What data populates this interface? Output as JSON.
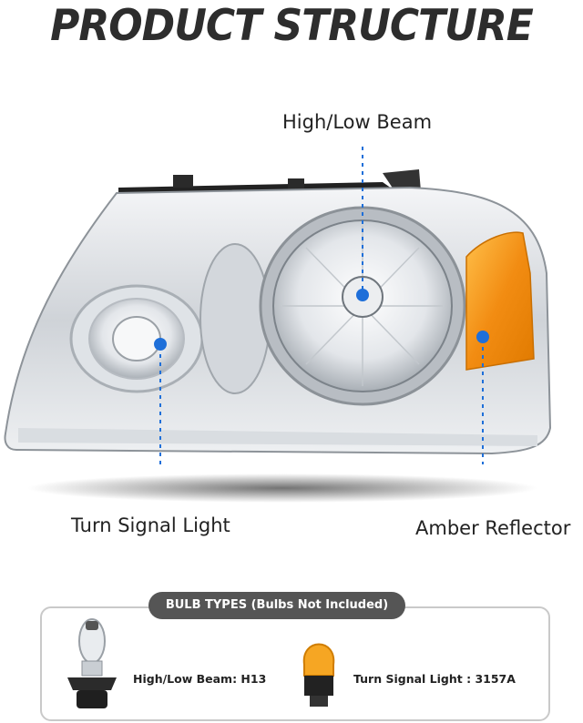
{
  "title": "PRODUCT STRUCTURE",
  "callouts": {
    "high_low": "High/Low Beam",
    "turn_signal": "Turn Signal Light",
    "amber": "Amber Reflector"
  },
  "bulb_types": {
    "heading": "BULB TYPES (Bulbs Not Included)",
    "items": [
      {
        "label": "High/Low Beam: H13",
        "icon": "h13-bulb-icon"
      },
      {
        "label": "Turn Signal Light : 3157A",
        "icon": "3157a-bulb-icon"
      }
    ]
  },
  "colors": {
    "callout_blue": "#1e6fd9",
    "amber": "#f59b1a",
    "chrome": "#c8ccd0",
    "pill": "#555555"
  }
}
